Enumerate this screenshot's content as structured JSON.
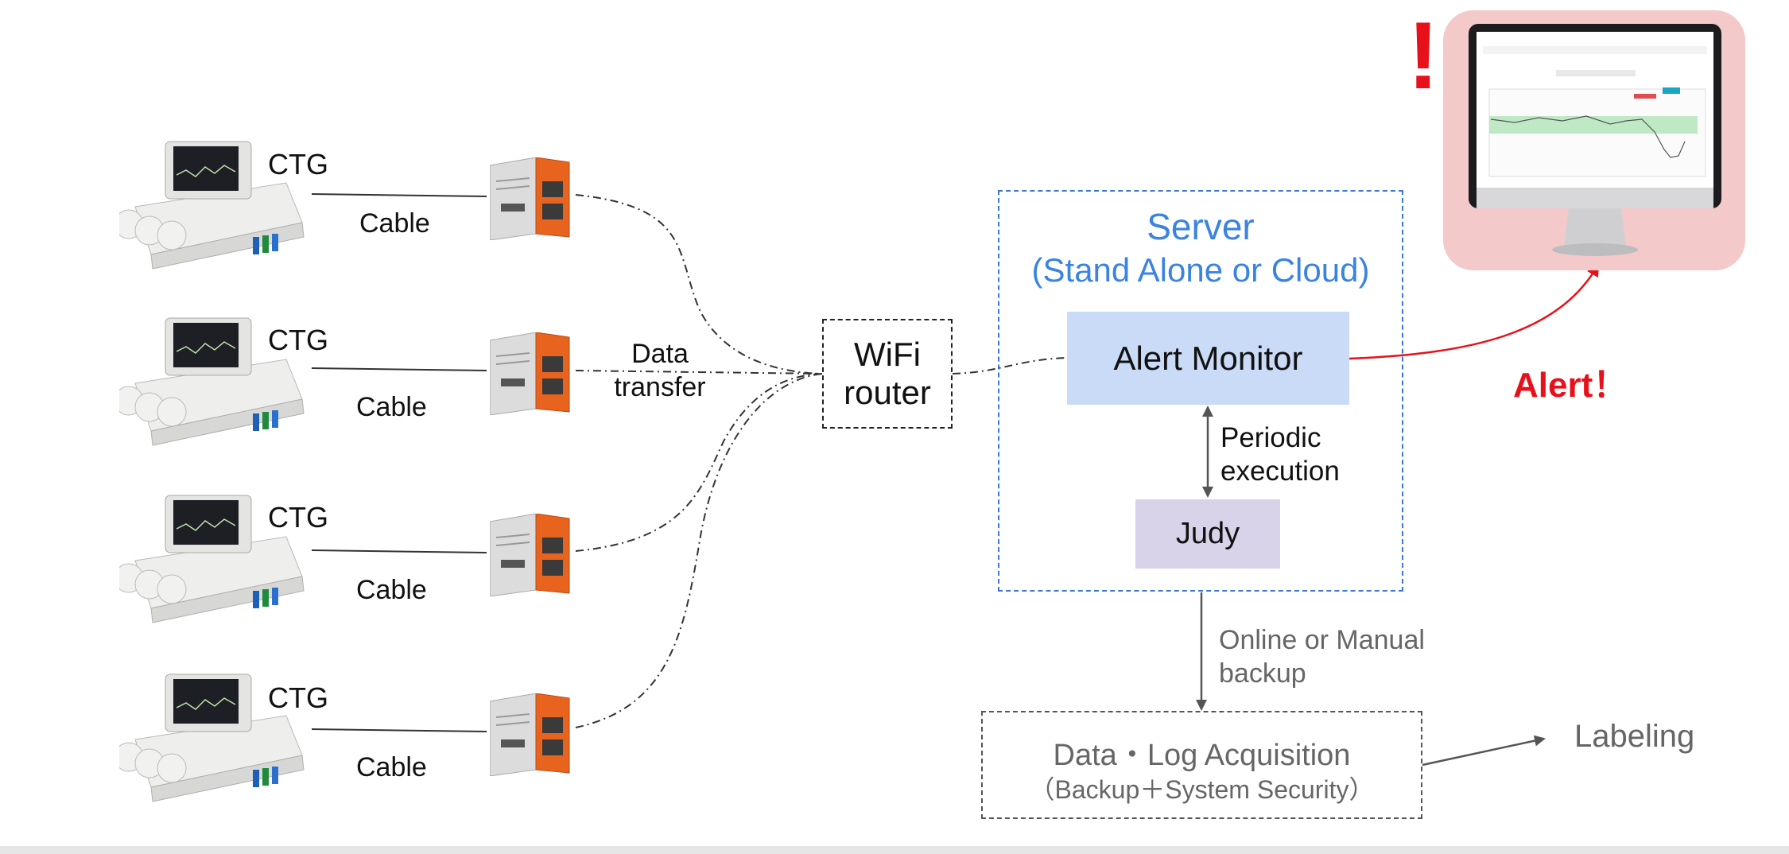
{
  "diagram": {
    "devices": [
      {
        "label": "CTG",
        "cable": "Cable"
      },
      {
        "label": "CTG",
        "cable": "Cable"
      },
      {
        "label": "CTG",
        "cable": "Cable"
      },
      {
        "label": "CTG",
        "cable": "Cable"
      }
    ],
    "data_transfer": [
      "Data",
      "transfer"
    ],
    "wifi": [
      "WiFi",
      "router"
    ],
    "server": {
      "title": "Server",
      "subtitle": "(Stand Alone or Cloud)",
      "alert_monitor": "Alert Monitor",
      "periodic": [
        "Periodic",
        "execution"
      ],
      "judy": "Judy"
    },
    "backup": [
      "Online or Manual",
      "backup"
    ],
    "acquisition": {
      "title": "Data・Log Acquisition",
      "subtitle": "（Backup＋System Security）"
    },
    "labeling": "Labeling",
    "alert": "Alert！",
    "exclamation": "!"
  },
  "colors": {
    "server_blue": "#3a84e0",
    "alert_monitor_fill": "#c9dbf6",
    "judy_fill": "#d9d3e9",
    "alert_red": "#e8101a",
    "monitor_bg": "#f4c9ca",
    "converter_orange": "#e8641e"
  }
}
